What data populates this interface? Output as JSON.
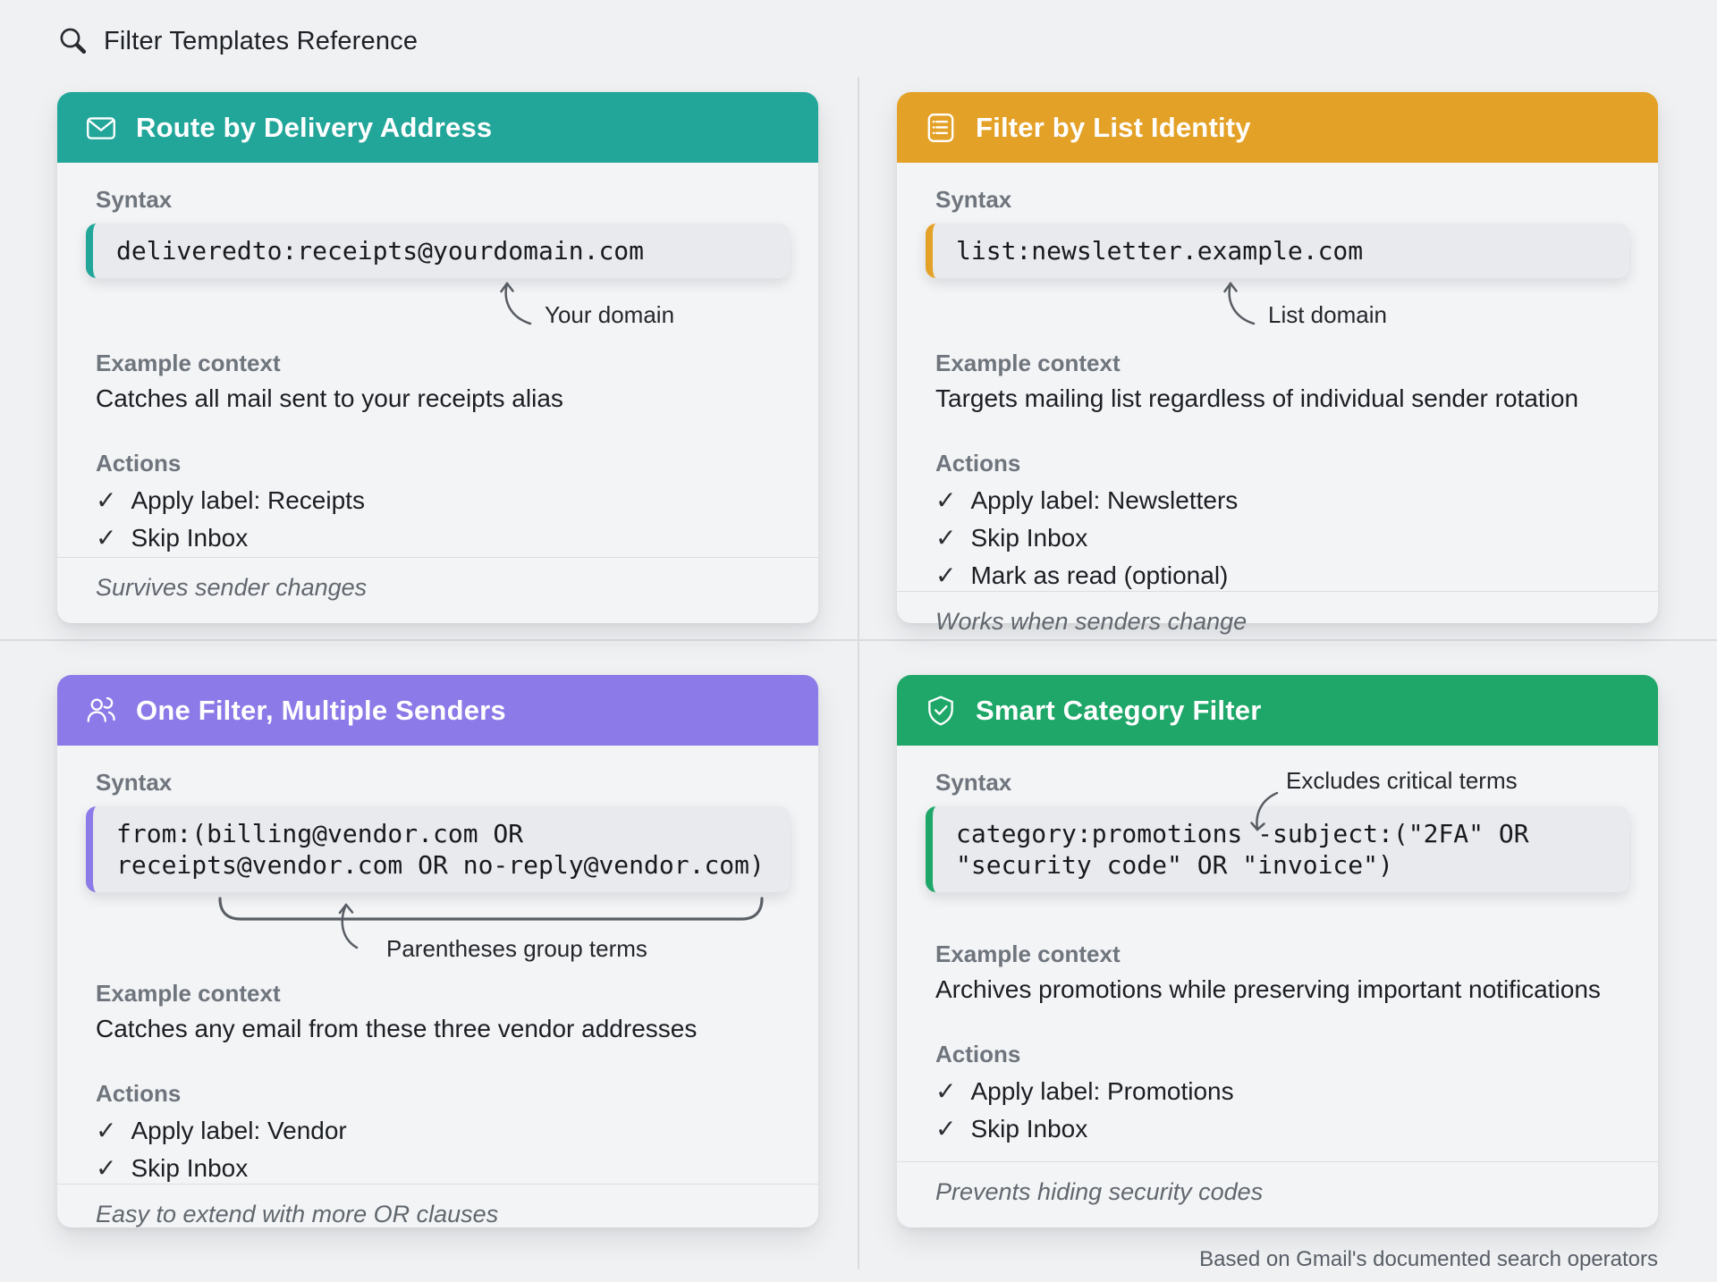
{
  "page": {
    "title": "Filter Templates Reference",
    "footnote": "Based on Gmail's documented search operators"
  },
  "section_labels": {
    "syntax": "Syntax",
    "example": "Example context",
    "actions": "Actions"
  },
  "icons": {
    "check_glyph": "✓"
  },
  "cards": [
    {
      "title": "Route by Delivery Address",
      "icon": "envelope-icon",
      "accent": "#23A69A",
      "code_lines": [
        "deliveredto:receipts@yourdomain.com"
      ],
      "annotation": "Your domain",
      "example": "Catches all mail sent to your receipts alias",
      "actions": [
        "Apply label: Receipts",
        "Skip Inbox"
      ],
      "footer": "Survives sender changes"
    },
    {
      "title": "Filter by List Identity",
      "icon": "list-icon",
      "accent": "#E4A127",
      "code_lines": [
        "list:newsletter.example.com"
      ],
      "annotation": "List domain",
      "example": "Targets mailing list regardless of individual sender rotation",
      "actions": [
        "Apply label: Newsletters",
        "Skip Inbox",
        "Mark as read (optional)"
      ],
      "footer": "Works when senders change"
    },
    {
      "title": "One Filter, Multiple Senders",
      "icon": "users-icon",
      "accent": "#8B7AE7",
      "code_lines": [
        "from:(billing@vendor.com OR",
        "receipts@vendor.com OR no-reply@vendor.com)"
      ],
      "annotation": "Parentheses group terms",
      "example": "Catches any email from these three vendor addresses",
      "actions": [
        "Apply label: Vendor",
        "Skip Inbox"
      ],
      "footer": "Easy to extend with more OR clauses"
    },
    {
      "title": "Smart Category Filter",
      "icon": "shield-check-icon",
      "accent": "#1EA768",
      "code_lines": [
        "category:promotions -subject:(\"2FA\" OR",
        "\"security code\" OR \"invoice\")"
      ],
      "annotation": "Excludes critical terms",
      "example": "Archives promotions while preserving important notifications",
      "actions": [
        "Apply label: Promotions",
        "Skip Inbox"
      ],
      "footer": "Prevents hiding security codes"
    }
  ]
}
